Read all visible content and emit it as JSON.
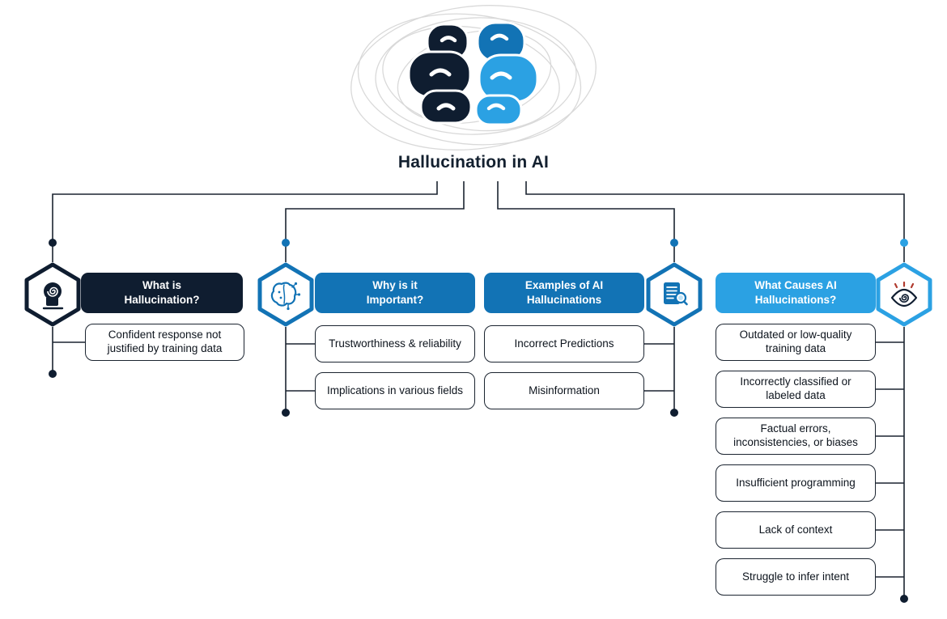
{
  "title": "Hallucination in AI",
  "colors": {
    "dark_navy": "#0f1d30",
    "medium_blue": "#1273b5",
    "light_blue": "#2ba1e3",
    "connector_line": "#1b2430"
  },
  "branches": [
    {
      "label": "What is Hallucination?",
      "color": "#0f1d30",
      "icon": "hypnotized-head-icon",
      "items": [
        "Confident response not justified by training data"
      ]
    },
    {
      "label": "Why is it Important?",
      "color": "#1273b5",
      "icon": "ai-brain-circuit-icon",
      "items": [
        "Trustworthiness & reliability",
        "Implications in various fields"
      ]
    },
    {
      "label": "Examples of AI Hallucinations",
      "color": "#1273b5",
      "icon": "document-search-icon",
      "items": [
        "Incorrect Predictions",
        "Misinformation"
      ]
    },
    {
      "label": "What Causes AI Hallucinations?",
      "color": "#2ba1e3",
      "icon": "dizzy-eye-icon",
      "items": [
        "Outdated or low-quality training data",
        "Incorrectly classified or labeled data",
        "Factual errors, inconsistencies, or biases",
        "Insufficient programming",
        "Lack of context",
        "Struggle to infer intent"
      ]
    }
  ]
}
